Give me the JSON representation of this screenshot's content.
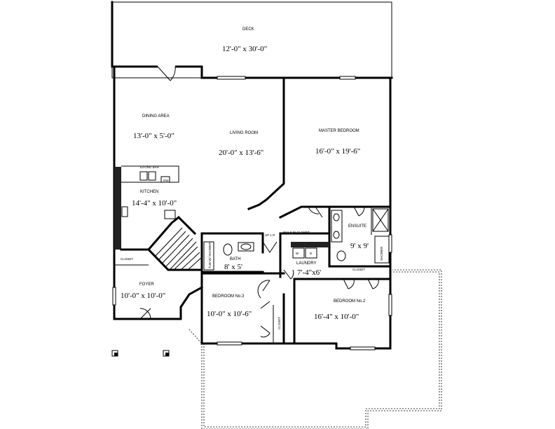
{
  "colors": {
    "wall": "#000000",
    "background": "#ffffff"
  },
  "rooms": {
    "deck": {
      "name": "DECK",
      "size": "12'-0\" x 30'-0\""
    },
    "dining": {
      "name": "DINING AREA",
      "size": "13'-0\" x 5'-0\""
    },
    "living": {
      "name": "LIVING ROOM",
      "size": "20'-0\" x 13'-6\""
    },
    "master": {
      "name": "MASTER BEDROOM",
      "size": "16'-0\" x 19'-6\""
    },
    "kitchen": {
      "name": "KITCHEN",
      "size": "14'-4\" x 10'-0\""
    },
    "ensuite": {
      "name": "ENSUITE",
      "size": "9' x 9'"
    },
    "bath": {
      "name": "BATH",
      "size": "8' x 5'"
    },
    "laundry": {
      "name": "LAUNDRY",
      "size": "7'-4\"x6'"
    },
    "foyer": {
      "name": "FOYER",
      "size": "10'-0\" x 10'-0\""
    },
    "bedroom3": {
      "name": "BEDROOM No.3",
      "size": "10'-0\" x 10'-6\""
    },
    "bedroom2": {
      "name": "BEDROOM No.2",
      "size": "16'-4\" x 10'-0\""
    }
  },
  "small_labels": {
    "eating_bar": "EATING BAR",
    "dw": "DW",
    "walk_in_closet": "WALK IN CLOSET",
    "up": "UP 1 R",
    "closet_foyer": "CLOSET",
    "closet_bed2": "CLOSET",
    "closet_bed3": "CLOSET",
    "washer": "W",
    "dryer": "D",
    "tub_shower": "TUB W/ SHOWER",
    "shower": "SHOWER"
  }
}
